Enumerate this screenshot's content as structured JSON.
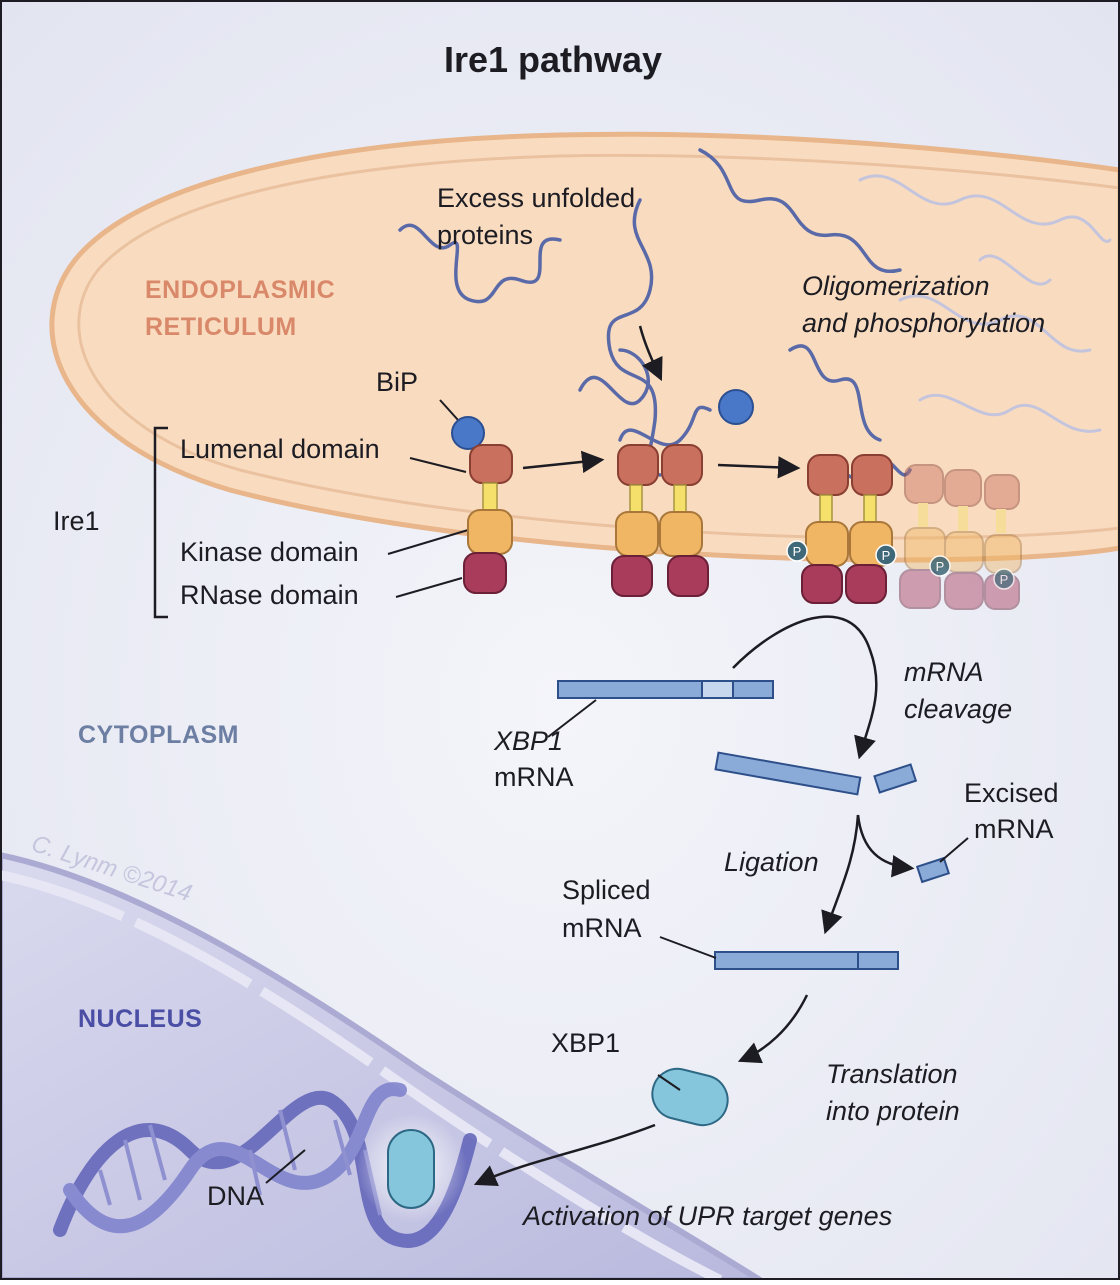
{
  "title": "Ire1 pathway",
  "regions": {
    "er_line1": "ENDOPLASMIC",
    "er_line2": "RETICULUM",
    "cytoplasm": "CYTOPLASM",
    "nucleus": "NUCLEUS"
  },
  "labels": {
    "unfolded_line1": "Excess unfolded",
    "unfolded_line2": "proteins",
    "oligo_line1": "Oligomerization",
    "oligo_line2": "and phosphorylation",
    "bip": "BiP",
    "ire1": "Ire1",
    "lumenal": "Lumenal domain",
    "kinase": "Kinase domain",
    "rnase": "RNase domain",
    "cleavage_line1": "mRNA",
    "cleavage_line2": "cleavage",
    "xbp1_mrna_line1": "XBP1",
    "xbp1_mrna_line2": "mRNA",
    "excised_line1": "Excised",
    "excised_line2": "mRNA",
    "ligation": "Ligation",
    "spliced_line1": "Spliced",
    "spliced_line2": "mRNA",
    "xbp1_protein": "XBP1",
    "translation_line1": "Translation",
    "translation_line2": "into protein",
    "dna": "DNA",
    "activation": "Activation of UPR target genes",
    "phospho": "P",
    "signature": "C. Lynm ©2014"
  },
  "colors": {
    "background": "#e9eaf3",
    "er_fill": "#f9dcc0",
    "er_outline": "#e8b68a",
    "er_text": "#d9896a",
    "cytoplasm_text": "#6c7fa3",
    "nucleus_fill": "#c9c9e6",
    "nucleus_text": "#4a4ea5",
    "protein_chain": "#5a6aa8",
    "bip": "#4a78c8",
    "lumenal": "#c9705e",
    "kinase": "#f0b664",
    "rnase": "#a93b5b",
    "linker": "#f4e06a",
    "mrna": "#8aaad8",
    "xbp1_protein": "#86c6dc",
    "phospho": "#3f6878"
  }
}
